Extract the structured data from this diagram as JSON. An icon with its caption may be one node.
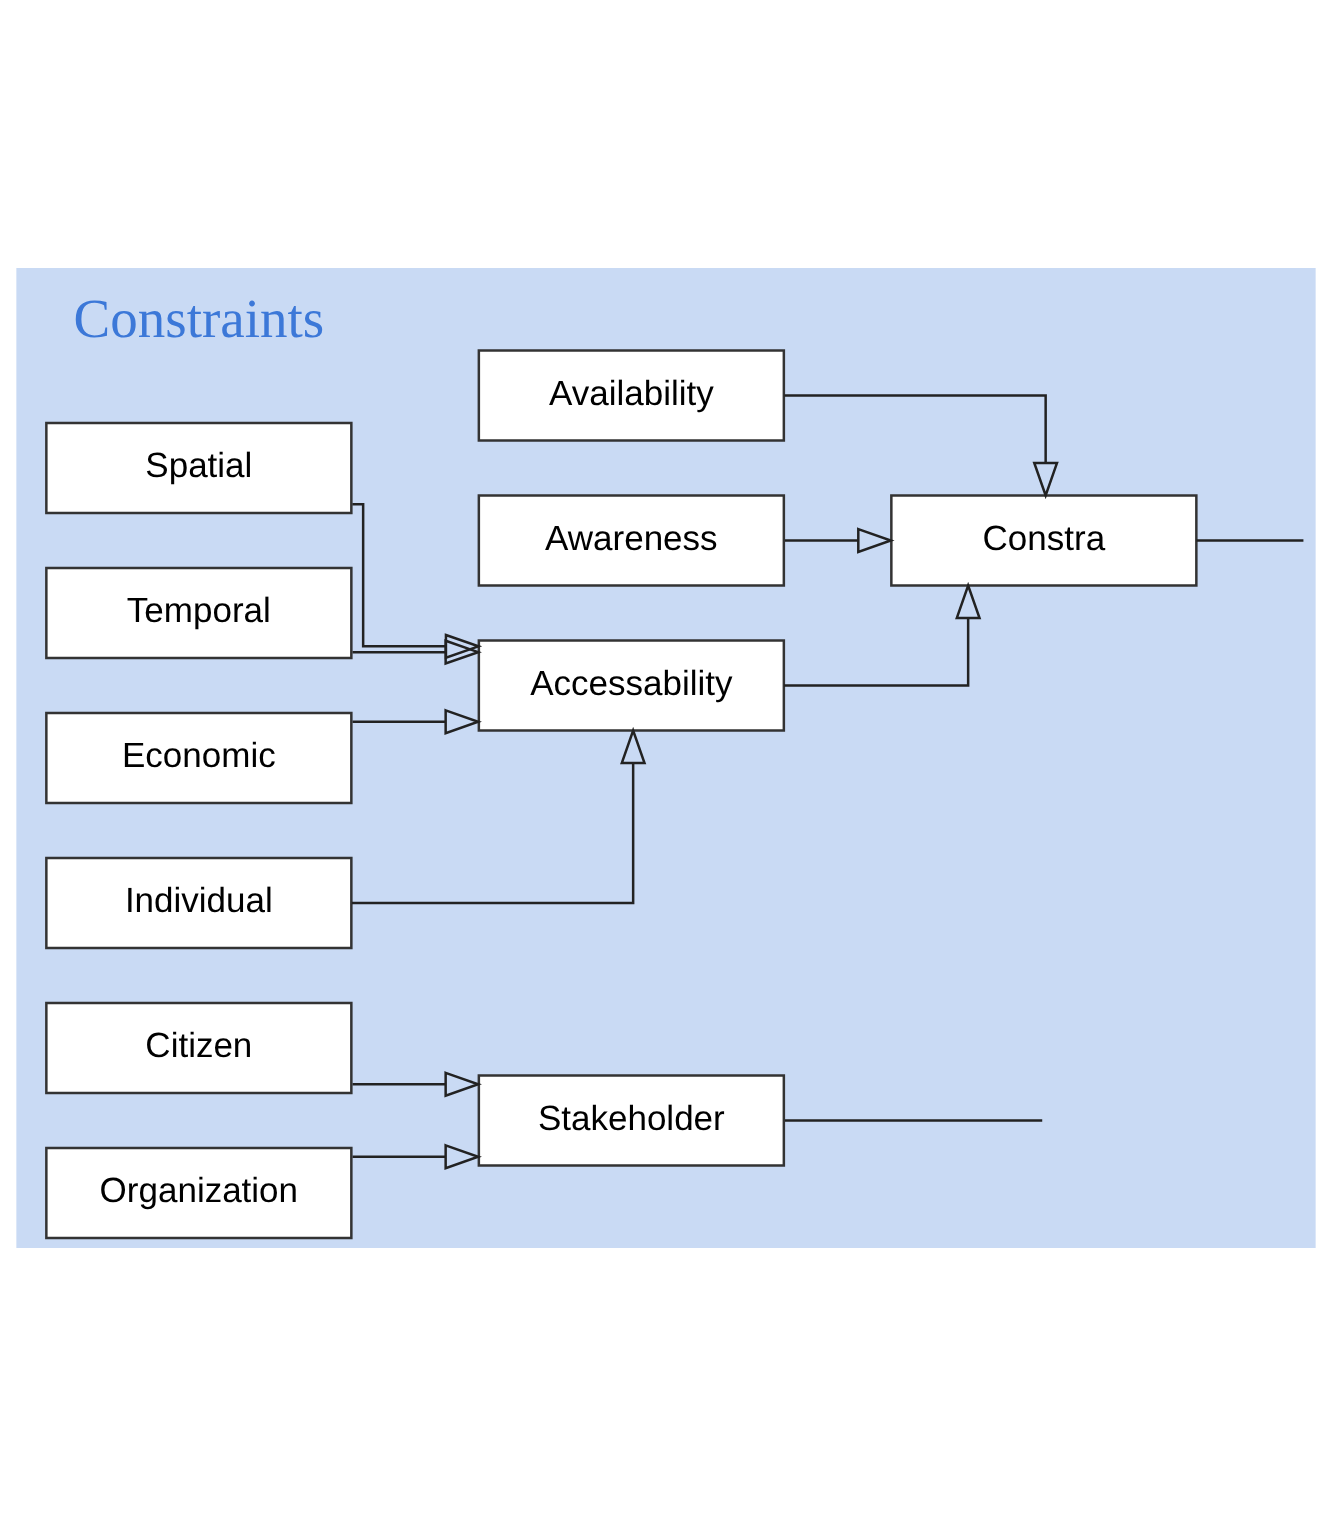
{
  "diagram": {
    "nodes": [
      {
        "text": [
          "Citizen"
        ]
      },
      {
        "text": [
          "Organization"
        ]
      },
      {
        "text": [
          "Stakeholder"
        ]
      },
      {
        "text": [
          "Constra"
        ]
      },
      {
        "text": [
          "Spatial"
        ]
      },
      {
        "text": [
          "Temporal"
        ]
      },
      {
        "text": [
          "Economic"
        ]
      },
      {
        "text": [
          "Individual"
        ]
      },
      {
        "text": [
          "Availability"
        ]
      },
      {
        "text": [
          "Awareness"
        ]
      },
      {
        "text": [
          "Accessability"
        ]
      }
    ],
    "edges": [
      {
        "from": 0,
        "to": 2,
        "arrow": "to"
      },
      {
        "from": 1,
        "to": 2,
        "arrow": "to"
      },
      {
        "from": 2,
        "to": null,
        "arrow": "none"
      },
      {
        "from": 3,
        "to": null,
        "arrow": "none"
      },
      {
        "from": 8,
        "to": 3,
        "arrow": "to"
      },
      {
        "from": 9,
        "to": 3,
        "arrow": "to"
      },
      {
        "from": 10,
        "to": 3,
        "arrow": "to"
      },
      {
        "from": 4,
        "to": 10,
        "arrow": "to"
      },
      {
        "from": 5,
        "to": 10,
        "arrow": "to"
      },
      {
        "from": 6,
        "to": 10,
        "arrow": "to"
      },
      {
        "from": 7,
        "to": 10,
        "arrow": "to"
      }
    ],
    "labels": [
      "Constraints"
    ]
  }
}
